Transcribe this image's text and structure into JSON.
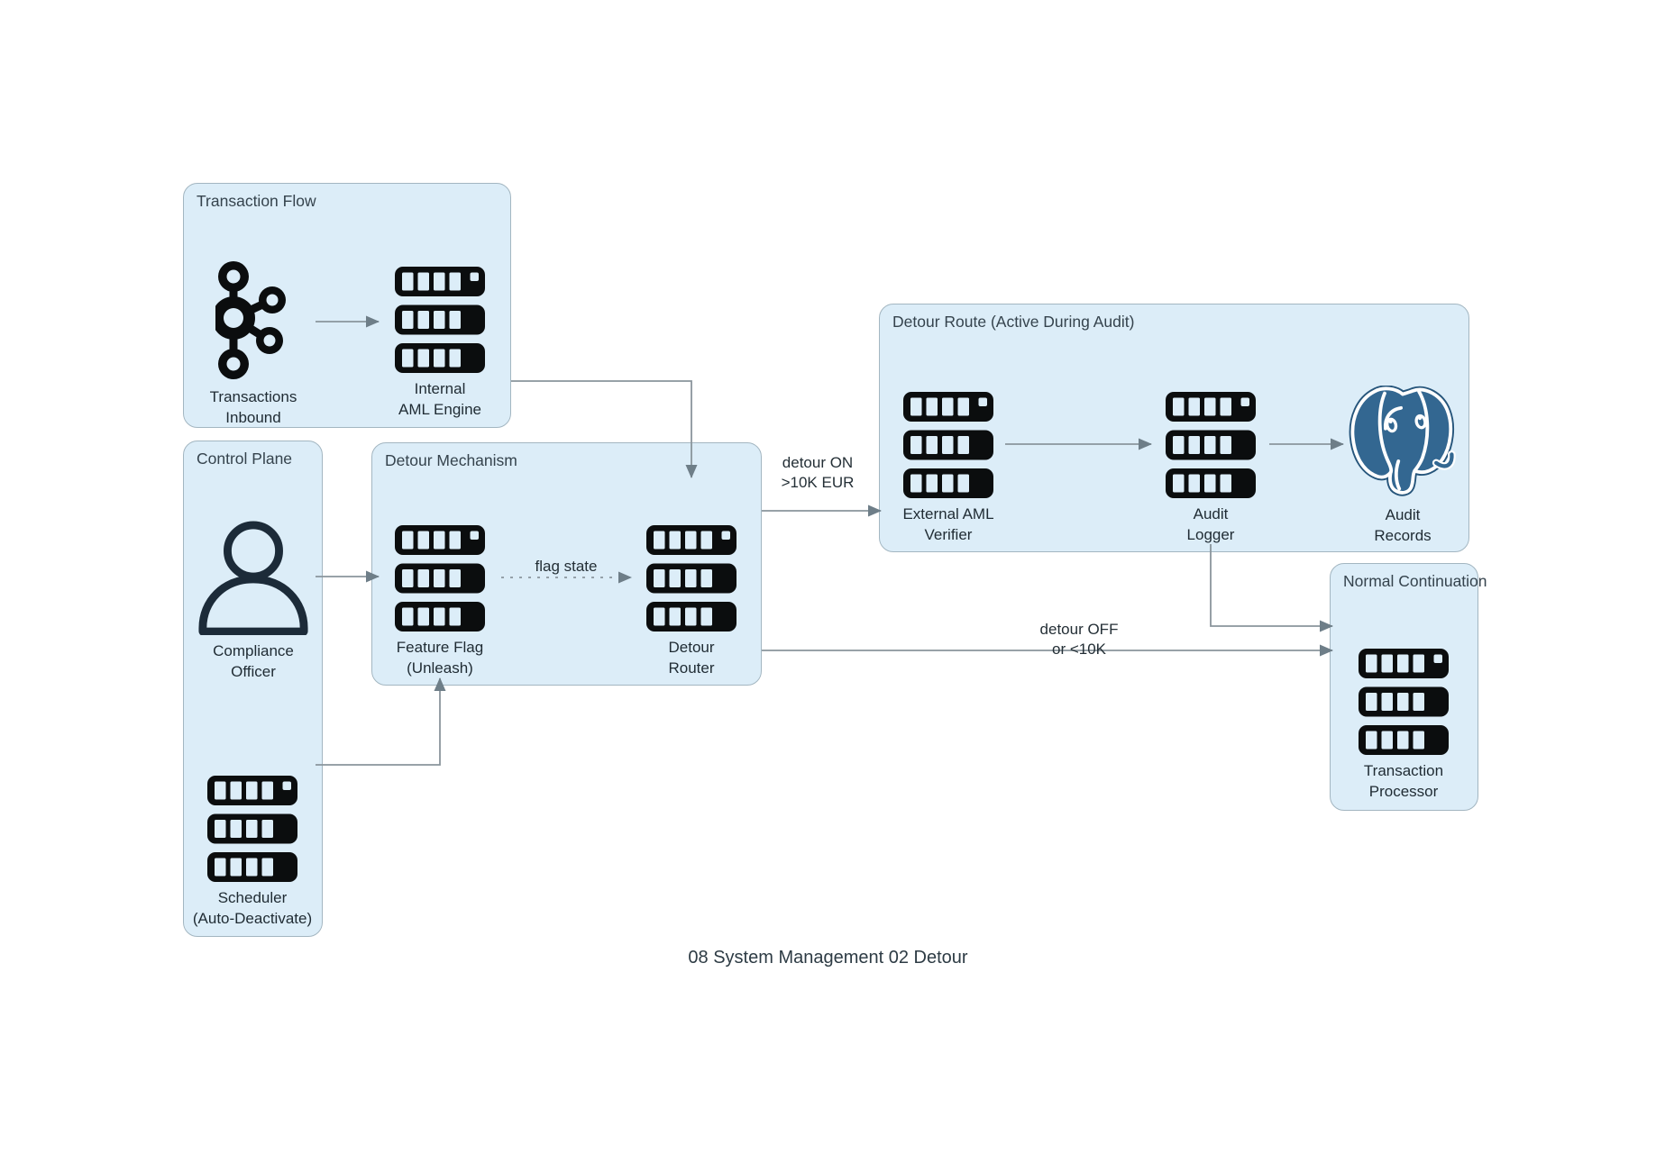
{
  "caption": "08 System Management 02 Detour",
  "groups": {
    "transaction_flow": {
      "title": "Transaction Flow"
    },
    "control_plane": {
      "title": "Control Plane"
    },
    "detour_mechanism": {
      "title": "Detour Mechanism"
    },
    "detour_route": {
      "title": "Detour Route (Active During Audit)"
    },
    "normal_continuation": {
      "title": "Normal Continuation"
    }
  },
  "nodes": {
    "transactions_inbound": {
      "label": "Transactions\nInbound",
      "icon": "kafka-icon"
    },
    "internal_aml_engine": {
      "label": "Internal\nAML Engine",
      "icon": "server-icon"
    },
    "compliance_officer": {
      "label": "Compliance\nOfficer",
      "icon": "person-icon"
    },
    "scheduler": {
      "label": "Scheduler\n(Auto-Deactivate)",
      "icon": "server-icon"
    },
    "feature_flag": {
      "label": "Feature Flag\n(Unleash)",
      "icon": "server-icon"
    },
    "detour_router": {
      "label": "Detour\nRouter",
      "icon": "server-icon"
    },
    "external_aml_verifier": {
      "label": "External AML\nVerifier",
      "icon": "server-icon"
    },
    "audit_logger": {
      "label": "Audit\nLogger",
      "icon": "server-icon"
    },
    "audit_records": {
      "label": "Audit\nRecords",
      "icon": "postgresql-icon"
    },
    "transaction_processor": {
      "label": "Transaction\nProcessor",
      "icon": "server-icon"
    }
  },
  "edges": {
    "inbound_to_engine": {
      "from": "transactions_inbound",
      "to": "internal_aml_engine",
      "label": ""
    },
    "engine_to_router": {
      "from": "internal_aml_engine",
      "to": "detour_router",
      "label": ""
    },
    "officer_to_flag": {
      "from": "compliance_officer",
      "to": "feature_flag",
      "label": ""
    },
    "flag_to_router": {
      "from": "feature_flag",
      "to": "detour_router",
      "label": "flag state",
      "style": "dashed"
    },
    "router_to_verifier": {
      "from": "detour_router",
      "to": "external_aml_verifier",
      "label": "detour ON\n>10K EUR"
    },
    "verifier_to_logger": {
      "from": "external_aml_verifier",
      "to": "audit_logger",
      "label": ""
    },
    "logger_to_records": {
      "from": "audit_logger",
      "to": "audit_records",
      "label": ""
    },
    "logger_to_processor": {
      "from": "audit_logger",
      "to": "transaction_processor",
      "label": ""
    },
    "router_to_processor": {
      "from": "detour_router",
      "to": "transaction_processor",
      "label": "detour OFF\nor <10K"
    },
    "scheduler_to_flag": {
      "from": "scheduler",
      "to": "feature_flag",
      "label": ""
    }
  },
  "colors": {
    "group_fill": "#dcedf8",
    "group_border": "#a3b6c1",
    "arrow_line": "#8a959c",
    "arrow_head": "#6e7e88",
    "icon_black": "#0b0d0e",
    "postgres_blue": "#336791",
    "person_navy": "#1c2b39",
    "label_text": "#1f2b33"
  }
}
